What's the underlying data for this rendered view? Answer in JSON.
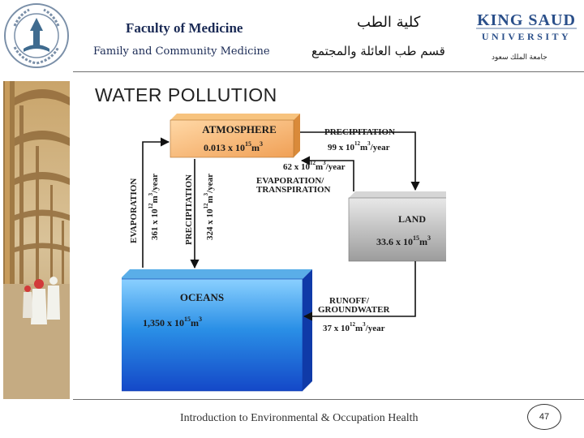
{
  "header": {
    "faculty_title": "Faculty of Medicine",
    "faculty_subtitle": "Family and Community Medicine",
    "arabic_title": "كلية الطب",
    "arabic_subtitle": "قسم طب العائلة والمجتمع",
    "ksu_logo_line1": "KING SAUD",
    "ksu_logo_line2": "UNIVERSITY",
    "ksu_arabic": "جامعة الملك سعود"
  },
  "slide": {
    "title": "WATER POLLUTION"
  },
  "diagram": {
    "atmosphere": {
      "label": "ATMOSPHERE",
      "value": "0.013 x 10",
      "sup": "15",
      "unit": "m",
      "unit_sup": "3"
    },
    "land": {
      "label": "LAND",
      "value": "33.6 x 10",
      "sup": "15",
      "unit": "m",
      "unit_sup": "3"
    },
    "oceans": {
      "label": "OCEANS",
      "value": "1,350 x 10",
      "sup": "15",
      "unit": "m",
      "unit_sup": "3"
    },
    "precipitation_land": {
      "label": "PRECIPITATION",
      "value": "99 x 10",
      "sup": "12",
      "unit": "m",
      "unit_sup": "3",
      "rate": "/year"
    },
    "evapotranspiration": {
      "value": "62 x 10",
      "sup": "12",
      "unit": "m",
      "unit_sup": "3",
      "rate": "/year",
      "label1": "EVAPORATION/",
      "label2": "TRANSPIRATION"
    },
    "evaporation_ocean": {
      "label": "EVAPORATION",
      "value": "361 x 10",
      "sup": "12",
      "unit": "m",
      "unit_sup": "3",
      "rate": "/year"
    },
    "precipitation_ocean": {
      "label": "PRECIPITATION",
      "value": "324 x 10",
      "sup": "12",
      "unit": "m",
      "unit_sup": "3",
      "rate": "/year"
    },
    "runoff": {
      "label1": "RUNOFF/",
      "label2": "GROUNDWATER",
      "value": "37 x 10",
      "sup": "12",
      "unit": "m",
      "unit_sup": "3",
      "rate": "/year"
    }
  },
  "footer": {
    "text": "Introduction to Environmental & Occupation Health",
    "page_number": "47"
  }
}
